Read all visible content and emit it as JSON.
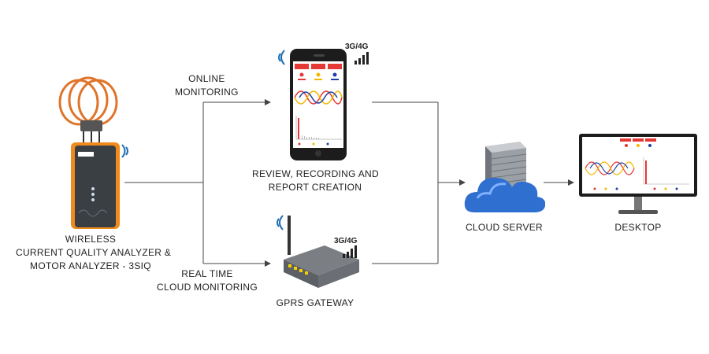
{
  "labels": {
    "device": [
      "WIRELESS",
      "CURRENT QUALITY ANALYZER &",
      "MOTOR ANALYZER - 3SIQ"
    ],
    "online": [
      "ONLINE",
      "MONITORING"
    ],
    "realtime": [
      "REAL TIME",
      "CLOUD MONITORING"
    ],
    "review": [
      "REVIEW, RECORDING  AND",
      "REPORT CREATION"
    ],
    "gateway": "GPRS GATEWAY",
    "cloud": "CLOUD SERVER",
    "desktop": "DESKTOP"
  },
  "signal": {
    "phone": "3G/4G",
    "gateway": "3G/4G"
  },
  "colors": {
    "coil": "#e0742a",
    "device_orange": "#f08a1c",
    "device_body": "#3a3f44",
    "arrow": "#444444",
    "cloud": "#2f6fd0",
    "waveform_red": "#e53935",
    "waveform_yellow": "#f5b800",
    "waveform_blue": "#1e3fa8",
    "wifi": "#1f6fb3"
  },
  "icons": [
    "wifi-icon",
    "signal-bars-icon",
    "arrow-icon"
  ]
}
